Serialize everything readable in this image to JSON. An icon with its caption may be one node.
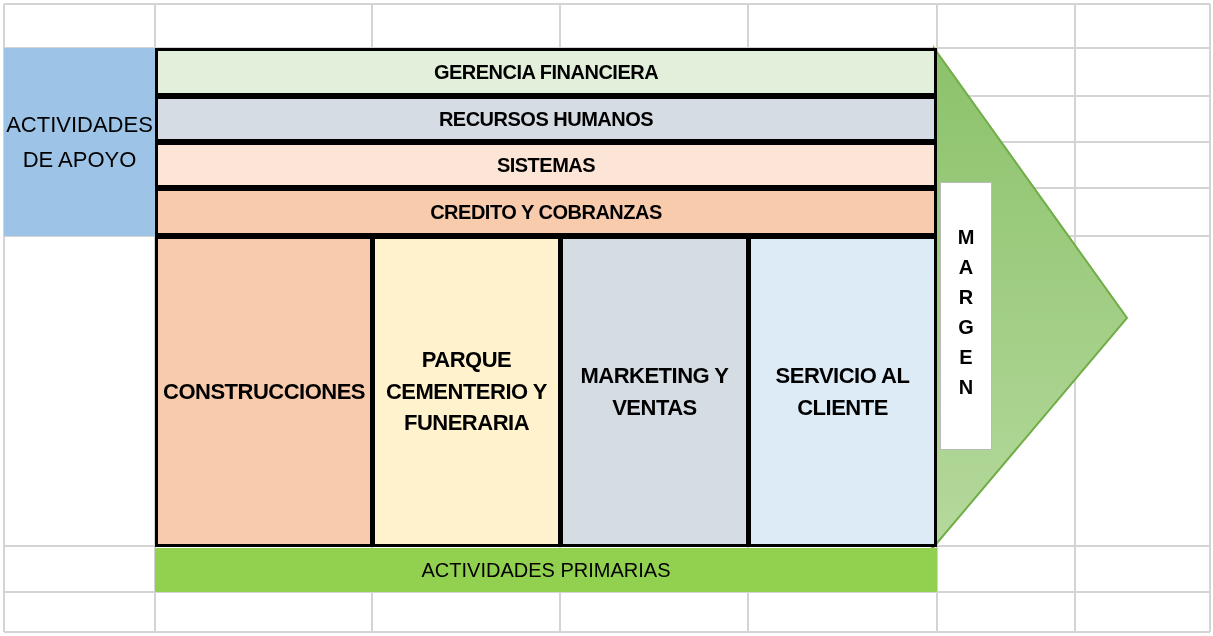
{
  "diagram": {
    "nodes": [
      {
        "text": [
          "ACTIVIDADES DE APOYO"
        ]
      },
      {
        "text": [
          "GERENCIA FINANCIERA"
        ]
      },
      {
        "text": [
          "RECURSOS HUMANOS"
        ]
      },
      {
        "text": [
          "SISTEMAS"
        ]
      },
      {
        "text": [
          "CREDITO Y COBRANZAS"
        ]
      },
      {
        "text": [
          "CONSTRUCCIONES"
        ]
      },
      {
        "text": [
          "PARQUE CEMENTERIO Y FUNERARIA"
        ]
      },
      {
        "text": [
          "MARKETING Y VENTAS"
        ]
      },
      {
        "text": [
          "SERVICIO AL CLIENTE"
        ]
      },
      {
        "text": [
          "MARGEN"
        ]
      },
      {
        "text": [
          "ACTIVIDADES PRIMARIAS"
        ]
      }
    ]
  }
}
